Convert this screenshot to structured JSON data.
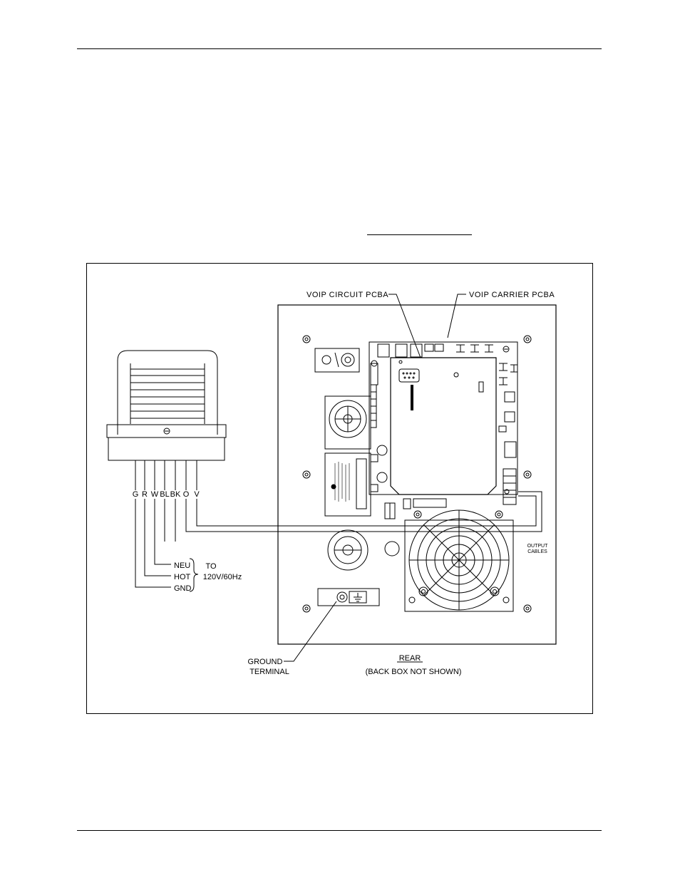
{
  "labels": {
    "voip_circuit": "VOIP CIRCUIT PCBA",
    "voip_carrier": "VOIP CARRIER PCBA",
    "output_cables_1": "OUTPUT",
    "output_cables_2": "CABLES",
    "ground_terminal_1": "GROUND",
    "ground_terminal_2": "TERMINAL",
    "rear": "REAR",
    "back_box": "(BACK BOX NOT SHOWN)"
  },
  "wires": {
    "g": "G",
    "r": "R",
    "w": "W",
    "bl": "BL",
    "bk": "BK",
    "o": "O",
    "v": "V"
  },
  "power": {
    "neu": "NEU",
    "hot": "HOT",
    "gnd": "GND",
    "to": "TO",
    "supply": "120V/60Hz"
  }
}
